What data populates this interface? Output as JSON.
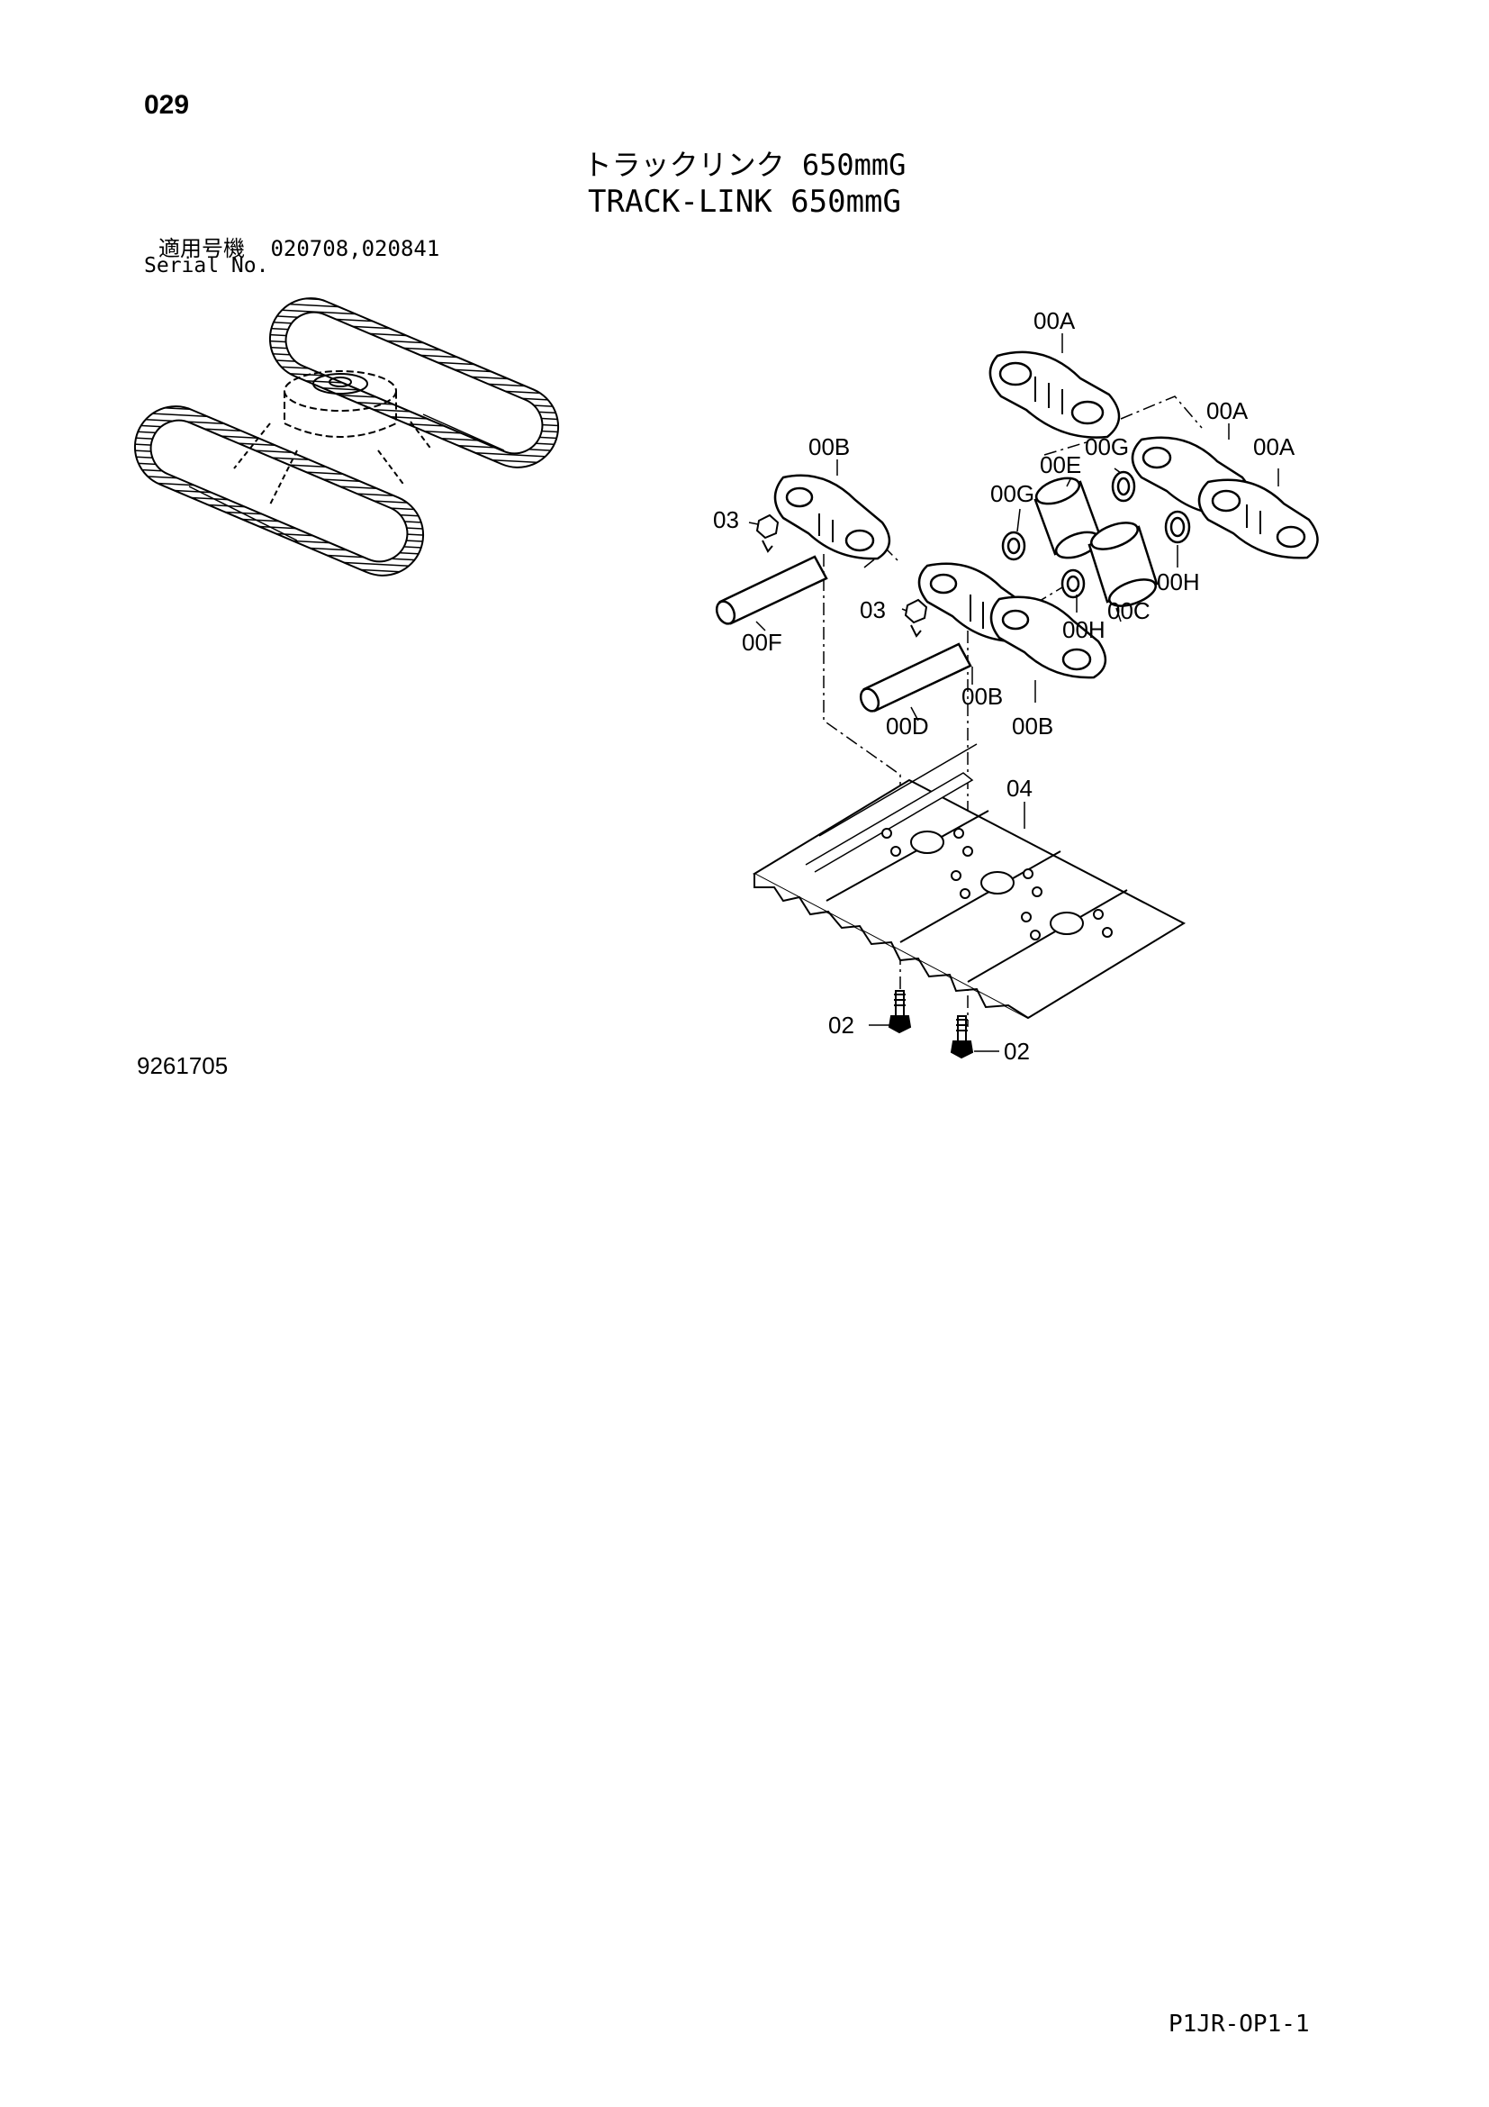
{
  "header": {
    "page_number": "029",
    "title_jp": "トラックリンク 650mmG",
    "title_en": "TRACK-LINK 650mmG"
  },
  "serial": {
    "label_jp": "適用号機",
    "numbers": "020708,020841",
    "label_en": "Serial No."
  },
  "callouts": {
    "A1": "00A",
    "A2": "00A",
    "A3": "00A",
    "B1": "00B",
    "B2": "00B",
    "B3": "00B",
    "C": "00C",
    "D": "00D",
    "E": "00E",
    "F": "00F",
    "G1": "00G",
    "G2": "00G",
    "H1": "00H",
    "H2": "00H",
    "p02a": "02",
    "p02b": "02",
    "p03a": "03",
    "p03b": "03",
    "p04": "04"
  },
  "footer": {
    "drawing_number": "9261705",
    "page_code": "P1JR-OP1-1"
  }
}
